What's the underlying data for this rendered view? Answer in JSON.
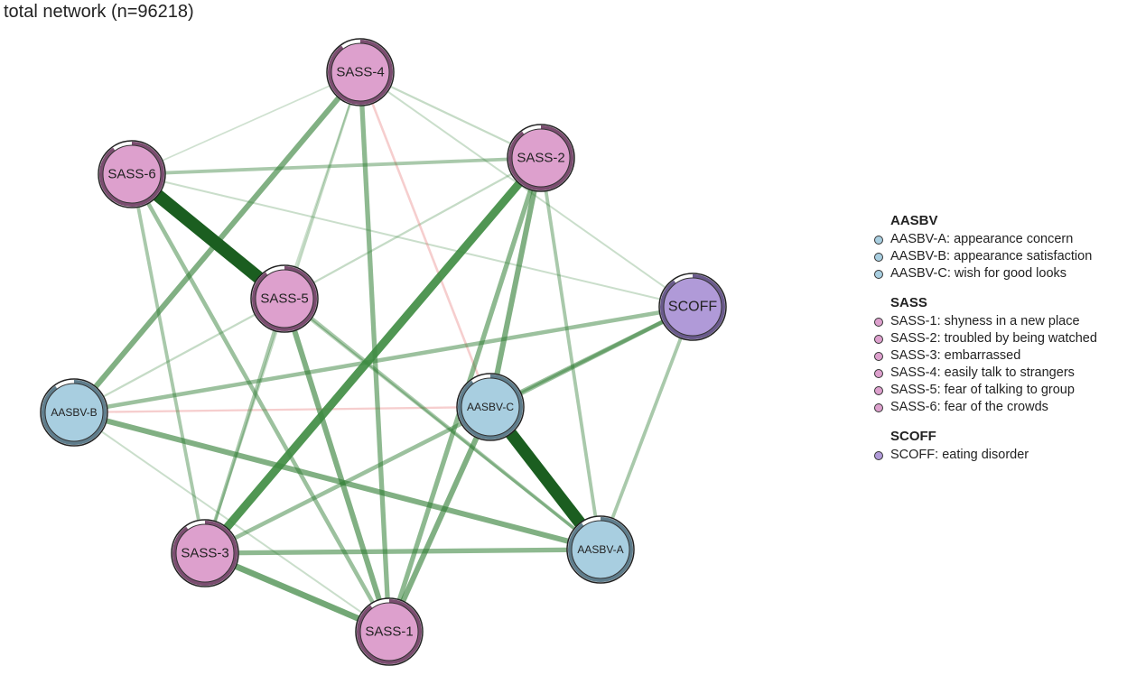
{
  "title": "total network (n=96218)",
  "colors": {
    "AASBV": "#a8cee0",
    "SASS": "#dda0cd",
    "SCOFF": "#b09ad8",
    "positive_edge": "#2e7d32",
    "negative_edge": "#e57373"
  },
  "nodes": [
    {
      "id": "SASS-4",
      "label": "SASS-4",
      "group": "SASS"
    },
    {
      "id": "SASS-6",
      "label": "SASS-6",
      "group": "SASS"
    },
    {
      "id": "SASS-2",
      "label": "SASS-2",
      "group": "SASS"
    },
    {
      "id": "SASS-5",
      "label": "SASS-5",
      "group": "SASS"
    },
    {
      "id": "SCOFF",
      "label": "SCOFF",
      "group": "SCOFF"
    },
    {
      "id": "AASBV-B",
      "label": "AASBV-B",
      "group": "AASBV"
    },
    {
      "id": "AASBV-C",
      "label": "AASBV-C",
      "group": "AASBV"
    },
    {
      "id": "SASS-3",
      "label": "SASS-3",
      "group": "SASS"
    },
    {
      "id": "AASBV-A",
      "label": "AASBV-A",
      "group": "AASBV"
    },
    {
      "id": "SASS-1",
      "label": "SASS-1",
      "group": "SASS"
    }
  ],
  "edges": [
    {
      "from": "SASS-6",
      "to": "SASS-5",
      "weight": 0.9,
      "sign": "+"
    },
    {
      "from": "AASBV-C",
      "to": "AASBV-A",
      "weight": 0.85,
      "sign": "+"
    },
    {
      "from": "SASS-2",
      "to": "SASS-3",
      "weight": 0.55,
      "sign": "+"
    },
    {
      "from": "SASS-4",
      "to": "AASBV-B",
      "weight": 0.35,
      "sign": "+"
    },
    {
      "from": "SASS-4",
      "to": "SASS-1",
      "weight": 0.3,
      "sign": "+"
    },
    {
      "from": "SASS-2",
      "to": "AASBV-C",
      "weight": 0.35,
      "sign": "+"
    },
    {
      "from": "SASS-2",
      "to": "SASS-1",
      "weight": 0.3,
      "sign": "+"
    },
    {
      "from": "SASS-3",
      "to": "SASS-1",
      "weight": 0.4,
      "sign": "+"
    },
    {
      "from": "SASS-3",
      "to": "AASBV-A",
      "weight": 0.3,
      "sign": "+"
    },
    {
      "from": "AASBV-B",
      "to": "AASBV-A",
      "weight": 0.35,
      "sign": "+"
    },
    {
      "from": "AASBV-C",
      "to": "SASS-1",
      "weight": 0.35,
      "sign": "+"
    },
    {
      "from": "SASS-5",
      "to": "SASS-1",
      "weight": 0.35,
      "sign": "+"
    },
    {
      "from": "SASS-6",
      "to": "SASS-1",
      "weight": 0.25,
      "sign": "+"
    },
    {
      "from": "SASS-6",
      "to": "SASS-3",
      "weight": 0.2,
      "sign": "+"
    },
    {
      "from": "SASS-6",
      "to": "SASS-2",
      "weight": 0.2,
      "sign": "+"
    },
    {
      "from": "AASBV-B",
      "to": "SCOFF",
      "weight": 0.25,
      "sign": "+"
    },
    {
      "from": "SASS-3",
      "to": "SCOFF",
      "weight": 0.25,
      "sign": "+"
    },
    {
      "from": "AASBV-C",
      "to": "SCOFF",
      "weight": 0.25,
      "sign": "+"
    },
    {
      "from": "SCOFF",
      "to": "AASBV-A",
      "weight": 0.2,
      "sign": "+"
    },
    {
      "from": "SASS-2",
      "to": "AASBV-A",
      "weight": 0.2,
      "sign": "+"
    },
    {
      "from": "SASS-5",
      "to": "SASS-3",
      "weight": 0.2,
      "sign": "+"
    },
    {
      "from": "SASS-6",
      "to": "AASBV-A",
      "weight": 0.2,
      "sign": "+"
    },
    {
      "from": "SASS-5",
      "to": "AASBV-A",
      "weight": 0.15,
      "sign": "+"
    },
    {
      "from": "SASS-4",
      "to": "SASS-3",
      "weight": 0.12,
      "sign": "+"
    },
    {
      "from": "SASS-4",
      "to": "SASS-2",
      "weight": 0.1,
      "sign": "+"
    },
    {
      "from": "SASS-4",
      "to": "SCOFF",
      "weight": 0.08,
      "sign": "+"
    },
    {
      "from": "SASS-4",
      "to": "SASS-6",
      "weight": 0.06,
      "sign": "+"
    },
    {
      "from": "SASS-5",
      "to": "SASS-2",
      "weight": 0.1,
      "sign": "+"
    },
    {
      "from": "SASS-6",
      "to": "SCOFF",
      "weight": 0.08,
      "sign": "+"
    },
    {
      "from": "AASBV-B",
      "to": "SASS-1",
      "weight": 0.08,
      "sign": "+"
    },
    {
      "from": "AASBV-B",
      "to": "SASS-5",
      "weight": 0.1,
      "sign": "+"
    },
    {
      "from": "SASS-4",
      "to": "AASBV-C",
      "weight": 0.12,
      "sign": "-"
    },
    {
      "from": "AASBV-B",
      "to": "AASBV-C",
      "weight": 0.1,
      "sign": "-"
    },
    {
      "from": "SASS-4",
      "to": "SASS-5",
      "weight": 0.08,
      "sign": "+"
    }
  ],
  "legend": [
    {
      "title": "AASBV",
      "group": "AASBV",
      "items": [
        "AASBV-A: appearance concern",
        "AASBV-B: appearance satisfaction",
        "AASBV-C: wish for good looks"
      ]
    },
    {
      "title": "SASS",
      "group": "SASS",
      "items": [
        "SASS-1: shyness in a new place",
        "SASS-2: troubled by being watched",
        "SASS-3: embarrassed",
        "SASS-4: easily talk to strangers",
        "SASS-5: fear of talking to group",
        "SASS-6: fear of the crowds"
      ]
    },
    {
      "title": "SCOFF",
      "group": "SCOFF",
      "items": [
        "SCOFF: eating disorder"
      ]
    }
  ]
}
